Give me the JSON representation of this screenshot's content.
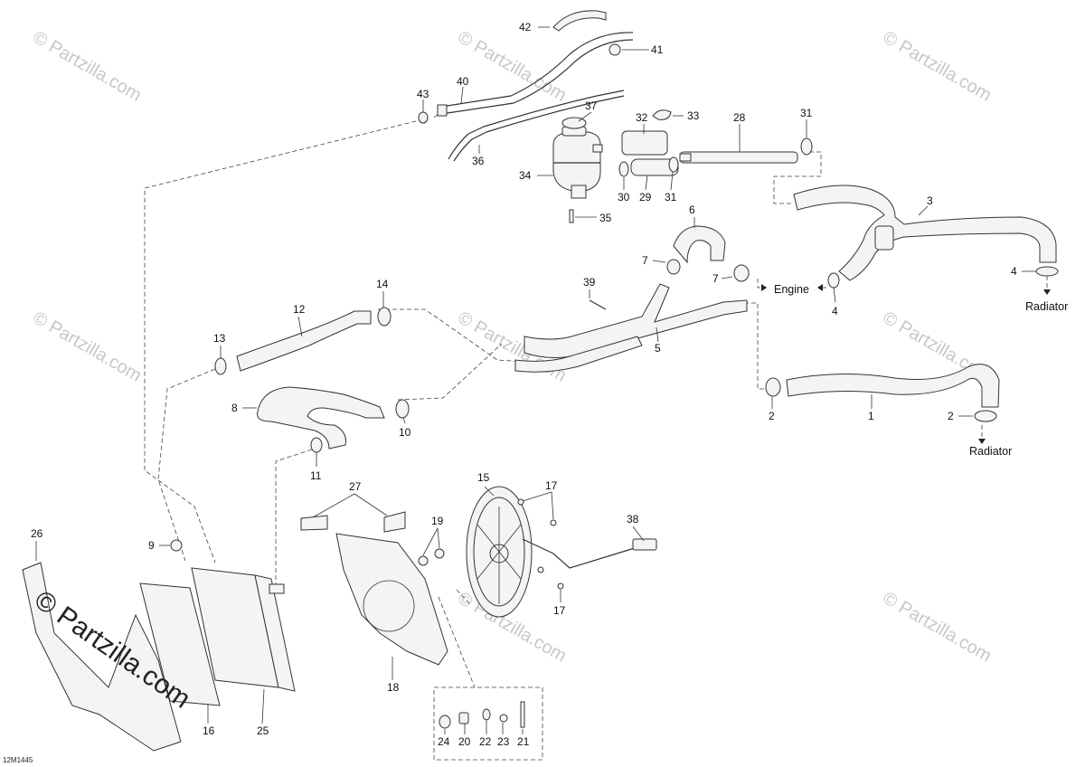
{
  "watermarks": {
    "text": "© Partzilla.com",
    "main_text": "© Partzilla.com"
  },
  "diagram_code": "12M1445",
  "destinations": {
    "engine": "Engine",
    "radiator_top": "Radiator",
    "radiator_bottom": "Radiator"
  },
  "callouts": {
    "p1": "1",
    "p2a": "2",
    "p2b": "2",
    "p3": "3",
    "p4a": "4",
    "p4b": "4",
    "p5": "5",
    "p6": "6",
    "p7a": "7",
    "p7b": "7",
    "p8": "8",
    "p9": "9",
    "p10": "10",
    "p11": "11",
    "p12": "12",
    "p13": "13",
    "p14": "14",
    "p15": "15",
    "p16": "16",
    "p17a": "17",
    "p17b": "17",
    "p18": "18",
    "p19": "19",
    "p20": "20",
    "p21": "21",
    "p22": "22",
    "p23": "23",
    "p24": "24",
    "p25": "25",
    "p26": "26",
    "p27": "27",
    "p28": "28",
    "p29": "29",
    "p30": "30",
    "p31a": "31",
    "p31b": "31",
    "p32": "32",
    "p33": "33",
    "p34": "34",
    "p35": "35",
    "p36": "36",
    "p37": "37",
    "p38": "38",
    "p39": "39",
    "p40": "40",
    "p41": "41",
    "p42": "42",
    "p43": "43"
  }
}
